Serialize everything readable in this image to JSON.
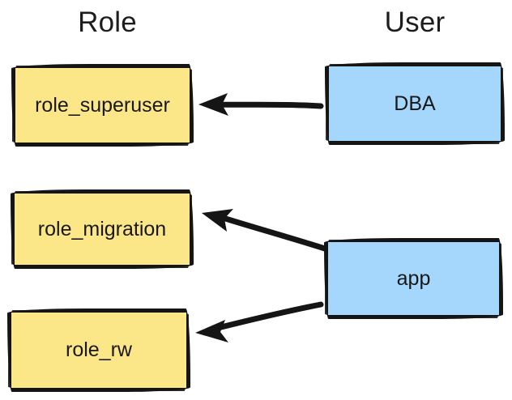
{
  "diagram": {
    "title_columns": {
      "role": "Role",
      "user": "User"
    },
    "style": {
      "role_fill": "#fce788",
      "user_fill": "#a5d6fb",
      "stroke": "#151515",
      "background": "#ffffff",
      "text_color": "#181818"
    },
    "nodes": [
      {
        "id": "role_superuser",
        "label": "role_superuser",
        "column": "Role",
        "fill": "#fce788"
      },
      {
        "id": "role_migration",
        "label": "role_migration",
        "column": "Role",
        "fill": "#fce788"
      },
      {
        "id": "role_rw",
        "label": "role_rw",
        "column": "Role",
        "fill": "#fce788"
      },
      {
        "id": "dba",
        "label": "DBA",
        "column": "User",
        "fill": "#a5d6fb"
      },
      {
        "id": "app",
        "label": "app",
        "column": "User",
        "fill": "#a5d6fb"
      }
    ],
    "edges": [
      {
        "from": "dba",
        "to": "role_superuser",
        "arrowhead": "to"
      },
      {
        "from": "app",
        "to": "role_migration",
        "arrowhead": "to"
      },
      {
        "from": "app",
        "to": "role_rw",
        "arrowhead": "to"
      }
    ]
  }
}
